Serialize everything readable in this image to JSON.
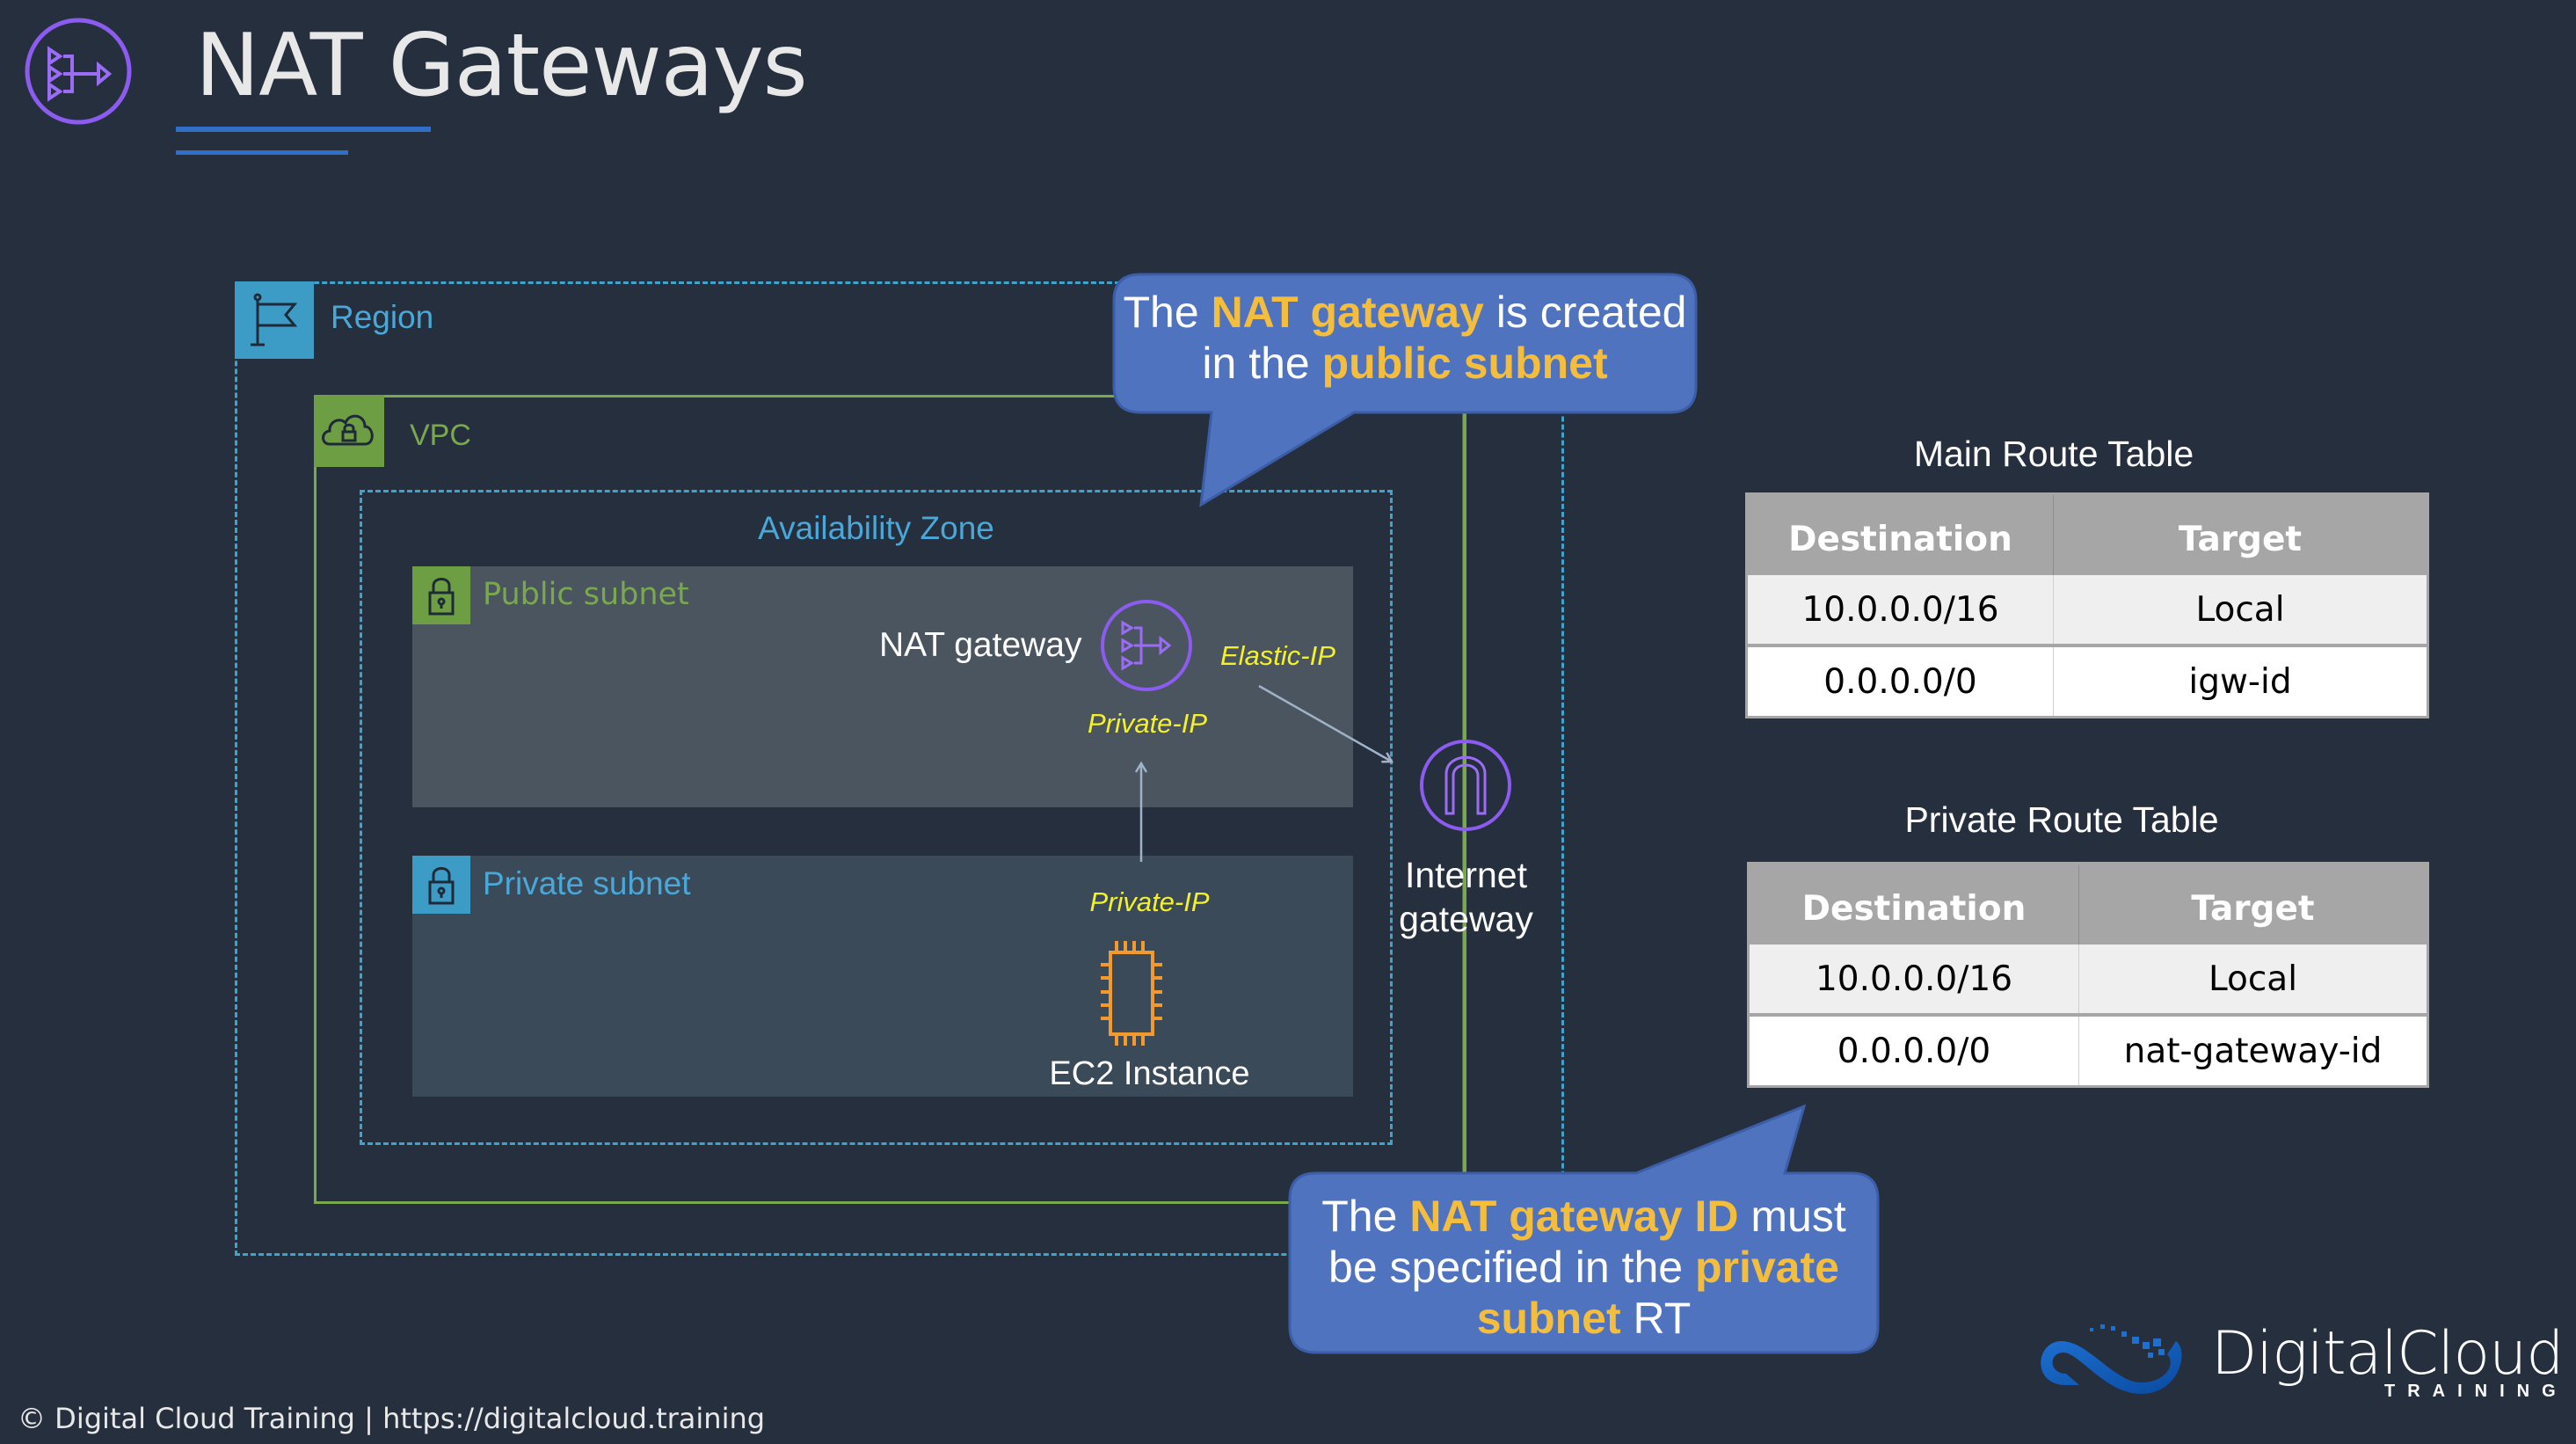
{
  "header": {
    "title": "NAT Gateways",
    "icon": "nat-gateway-icon"
  },
  "diagram": {
    "region": {
      "label": "Region",
      "icon": "flag-icon"
    },
    "vpc": {
      "label": "VPC",
      "icon": "cloud-lock-icon"
    },
    "availability_zone": {
      "label": "Availability Zone"
    },
    "public_subnet": {
      "label": "Public subnet",
      "icon": "lock-icon"
    },
    "private_subnet": {
      "label": "Private subnet",
      "icon": "lock-icon"
    },
    "nat_gateway": {
      "label": "NAT gateway",
      "icon": "nat-gateway-icon",
      "elastic_ip": "Elastic-IP",
      "private_ip": "Private-IP"
    },
    "ec2_instance": {
      "label": "EC2 Instance",
      "icon": "chip-icon",
      "private_ip": "Private-IP"
    },
    "internet_gateway": {
      "label_line1": "Internet",
      "label_line2": "gateway",
      "icon": "internet-gateway-icon"
    },
    "colors": {
      "background": "#252f3e",
      "region_blue": "#3d9cc6",
      "vpc_green": "#7aa84e",
      "highlight_yellow": "#f5bd3c",
      "ip_yellow": "#f4f12b",
      "aws_purple": "#8c5cf0",
      "ec2_orange": "#f29a2e",
      "callout_blue": "#4f73bf"
    }
  },
  "callouts": [
    {
      "parts": [
        {
          "text": "The ",
          "highlight": false
        },
        {
          "text": "NAT gateway",
          "highlight": true
        },
        {
          "text": " is created",
          "highlight": false
        },
        {
          "text": "in the ",
          "highlight": false
        },
        {
          "text": "public subnet",
          "highlight": true
        }
      ]
    },
    {
      "parts": [
        {
          "text": "The ",
          "highlight": false
        },
        {
          "text": "NAT gateway ID",
          "highlight": true
        },
        {
          "text": " must",
          "highlight": false
        },
        {
          "text": "be specified in the ",
          "highlight": false
        },
        {
          "text": "private",
          "highlight": true
        },
        {
          "text": "subnet",
          "highlight": true
        },
        {
          "text": " RT",
          "highlight": false
        }
      ]
    }
  ],
  "route_tables": [
    {
      "title": "Main Route Table",
      "columns": [
        "Destination",
        "Target"
      ],
      "rows": [
        [
          "10.0.0.0/16",
          "Local"
        ],
        [
          "0.0.0.0/0",
          "igw-id"
        ]
      ]
    },
    {
      "title": "Private Route Table",
      "columns": [
        "Destination",
        "Target"
      ],
      "rows": [
        [
          "10.0.0.0/16",
          "Local"
        ],
        [
          "0.0.0.0/0",
          "nat-gateway-id"
        ]
      ]
    }
  ],
  "footer": {
    "copyright": "© Digital Cloud Training  | https://digitalcloud.training"
  },
  "brand": {
    "name": "DigitalCloud",
    "subtitle": "TRAINING"
  }
}
